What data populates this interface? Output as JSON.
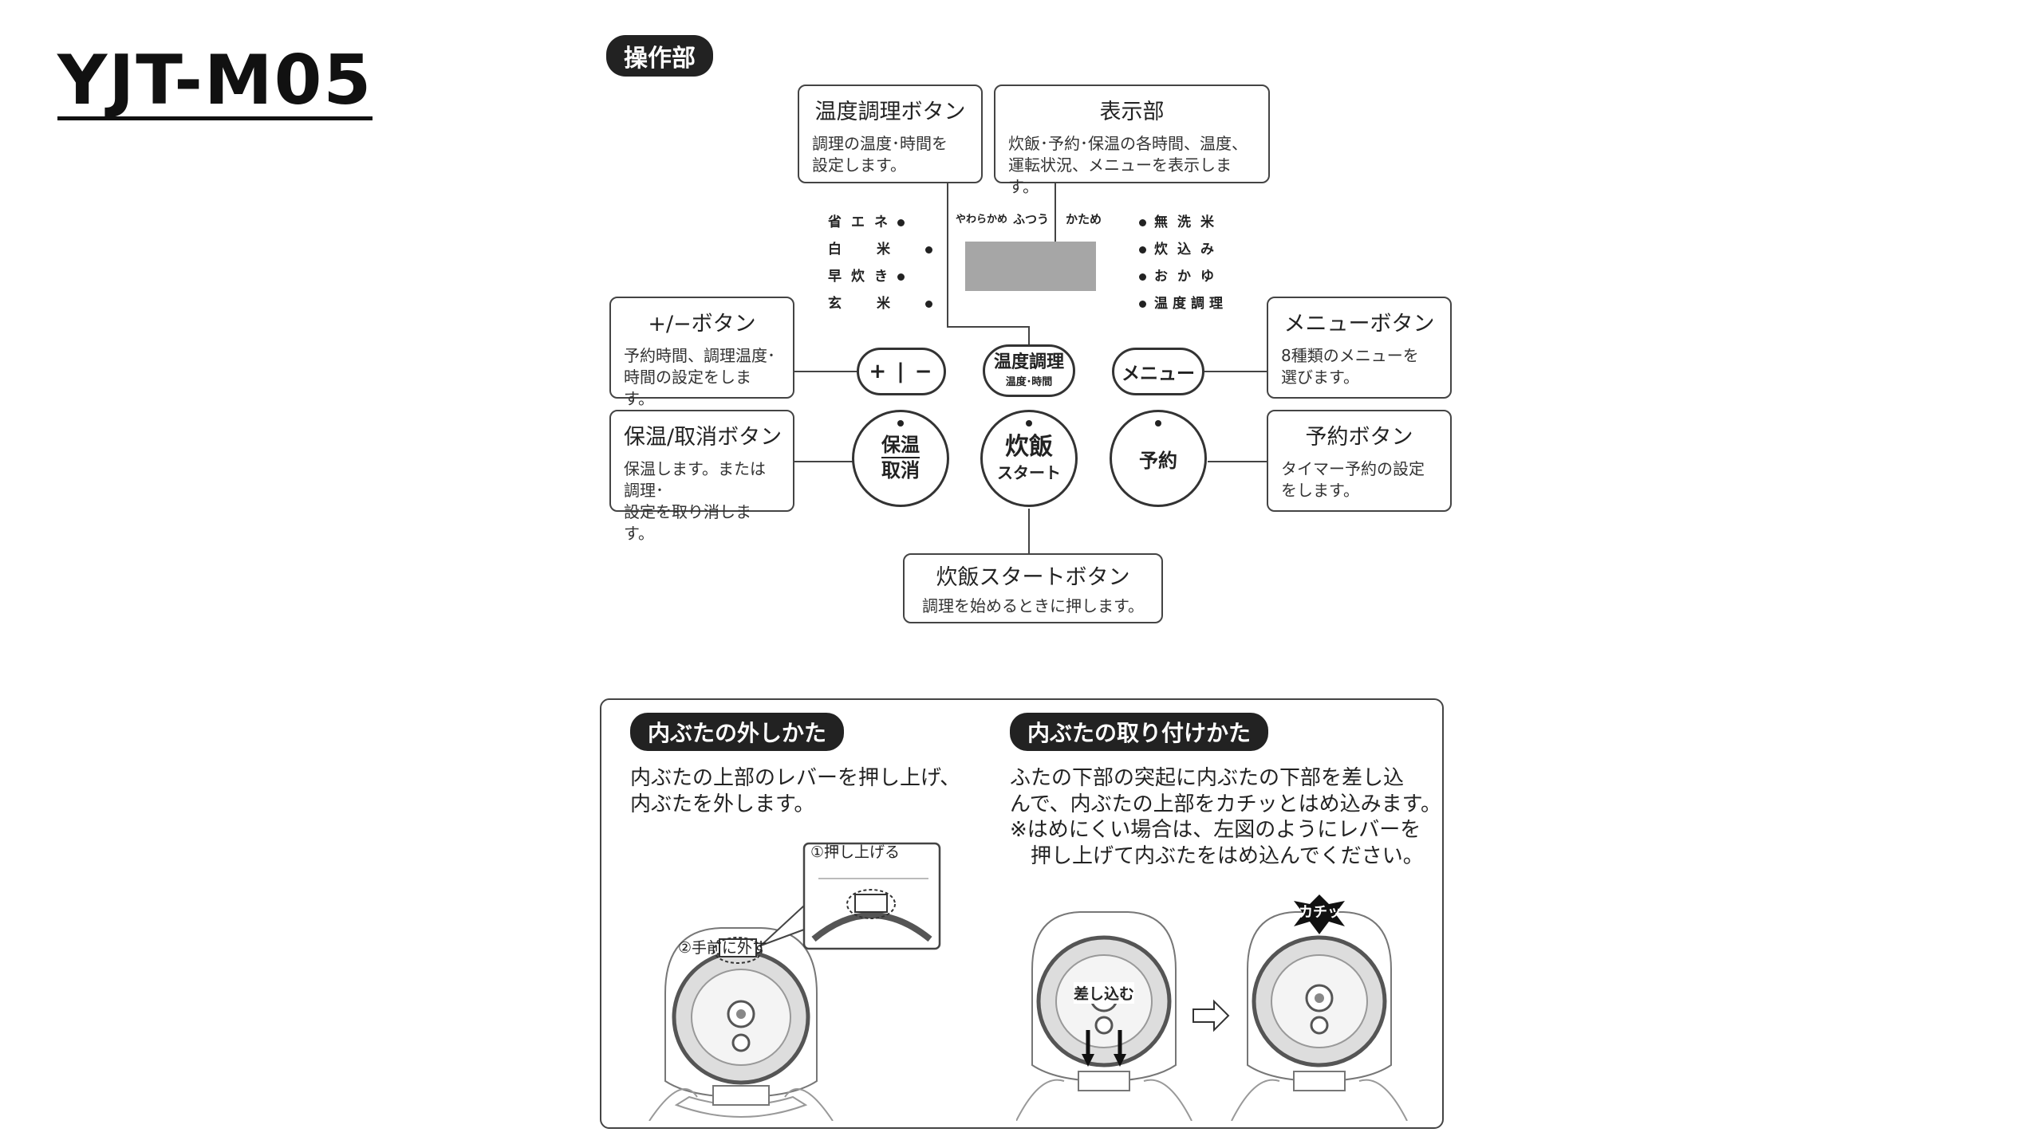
{
  "title": "YJT-M05",
  "panel_section_label": "操作部",
  "callouts": {
    "temp": {
      "title": "温度調理ボタン",
      "desc": "調理の温度･時間を\n設定します。"
    },
    "display": {
      "title": "表示部",
      "desc": "炊飯･予約･保温の各時間、温度、\n運転状況、メニューを表示します。"
    },
    "plusminus": {
      "title": "+/−ボタン",
      "desc": "予約時間、調理温度･\n時間の設定をします。"
    },
    "menu": {
      "title": "メニューボタン",
      "desc": "8種類のメニューを\n選びます。"
    },
    "keepwarm": {
      "title": "保温/取消ボタン",
      "desc": "保温します。または調理･\n設定を取り消します。"
    },
    "reserve": {
      "title": "予約ボタン",
      "desc": "タイマー予約の設定\nをします。"
    },
    "start": {
      "title": "炊飯スタートボタン",
      "desc": "調理を始めるときに押します。"
    }
  },
  "indicators_left": [
    "省エネ",
    "白米",
    "早炊き",
    "玄米"
  ],
  "indicators_right": [
    "無洗米",
    "炊込み",
    "おかゆ",
    "温度調理"
  ],
  "texture_levels": [
    "やわらかめ",
    "ふつう",
    "かため"
  ],
  "buttons": {
    "plusminus_label": "+ | −",
    "temp_main": "温度調理",
    "temp_sub": "温度･時間",
    "menu_label": "メニュー",
    "keepwarm_top": "保温",
    "keepwarm_bottom": "取消",
    "start_main": "炊飯",
    "start_sub": "スタート",
    "reserve_label": "予約"
  },
  "lid": {
    "remove_heading": "内ぶたの外しかた",
    "remove_text": "内ぶたの上部のレバーを押し上げ、\n内ぶたを外します。",
    "step1": "①押し上げる",
    "step2": "②手前に外す",
    "attach_heading": "内ぶたの取り付けかた",
    "attach_text": "ふたの下部の突起に内ぶたの下部を差し込\nんで、内ぶたの上部をカチッとはめ込みます。\n※はめにくい場合は、左図のようにレバーを\n　押し上げて内ぶたをはめ込んでください。",
    "insert_label": "差し込む",
    "click_label": "カチッ"
  }
}
